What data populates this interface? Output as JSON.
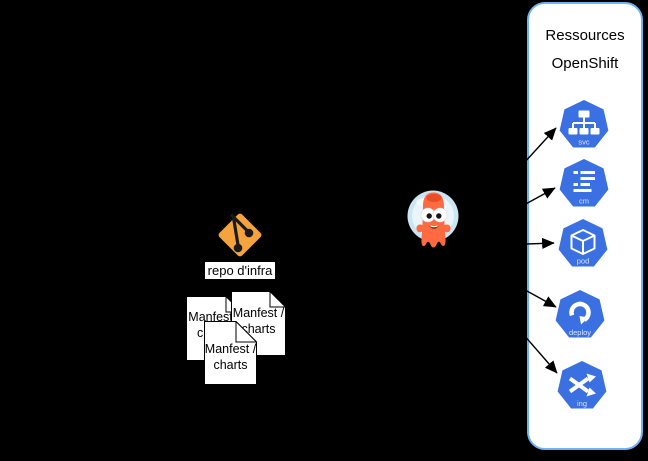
{
  "diagram": {
    "git": {
      "label": "repo d'infra",
      "icon": "git-icon"
    },
    "documents": [
      {
        "line1": "Manfest /",
        "line2": "charts"
      },
      {
        "line1": "Manfest /",
        "line2": "charts"
      },
      {
        "line1": "Manfest /",
        "line2": "charts"
      }
    ],
    "mascot": {
      "icon": "argocd-octopus-icon"
    },
    "panel": {
      "title_line1": "Ressources",
      "title_line2": "OpenShift",
      "resources": [
        {
          "label": "svc",
          "icon": "service-icon"
        },
        {
          "label": "cm",
          "icon": "configmap-icon"
        },
        {
          "label": "pod",
          "icon": "pod-icon"
        },
        {
          "label": "deploy",
          "icon": "deployment-icon"
        },
        {
          "label": "ing",
          "icon": "ingress-icon"
        }
      ]
    },
    "colors": {
      "background": "#000000",
      "git_orange": "#f5a33c",
      "resource_blue": "#3a70e2",
      "panel_border": "#70b2f4",
      "mascot_orange": "#ff6a41",
      "mascot_helmet": "#cbe5f3",
      "arrow": "#000000"
    }
  }
}
